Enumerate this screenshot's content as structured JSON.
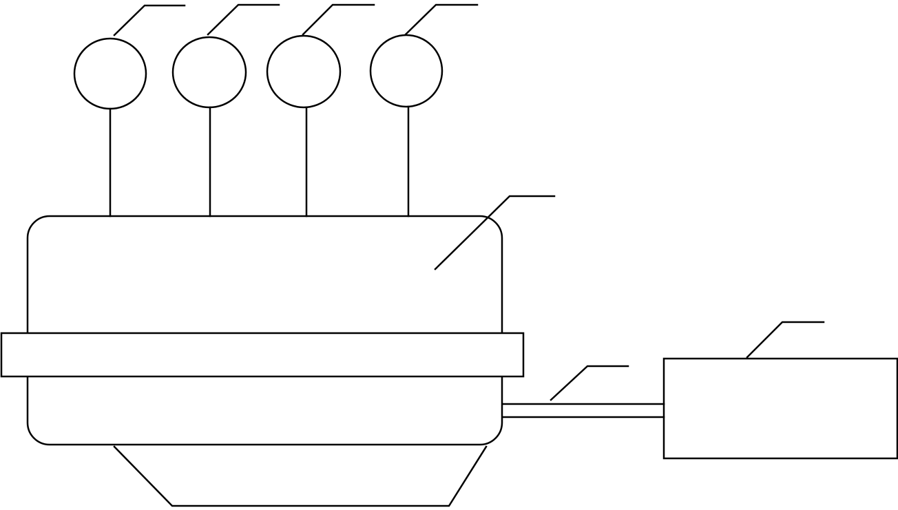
{
  "diagram": {
    "style": {
      "background": "#ffffff",
      "line_color": "#000000"
    },
    "components": [
      {
        "id": "sensor-1",
        "kind": "circle"
      },
      {
        "id": "sensor-2",
        "kind": "circle"
      },
      {
        "id": "sensor-3",
        "kind": "circle"
      },
      {
        "id": "sensor-4",
        "kind": "circle"
      },
      {
        "id": "main-body",
        "kind": "rounded-rectangle"
      },
      {
        "id": "band",
        "kind": "rectangle"
      },
      {
        "id": "base",
        "kind": "trapezoid"
      },
      {
        "id": "connector",
        "kind": "double-line"
      },
      {
        "id": "control-box",
        "kind": "rectangle"
      }
    ],
    "leaders": [
      {
        "target": "sensor-1"
      },
      {
        "target": "sensor-2"
      },
      {
        "target": "sensor-3"
      },
      {
        "target": "sensor-4"
      },
      {
        "target": "main-body"
      },
      {
        "target": "connector"
      },
      {
        "target": "control-box"
      }
    ],
    "labels": []
  }
}
